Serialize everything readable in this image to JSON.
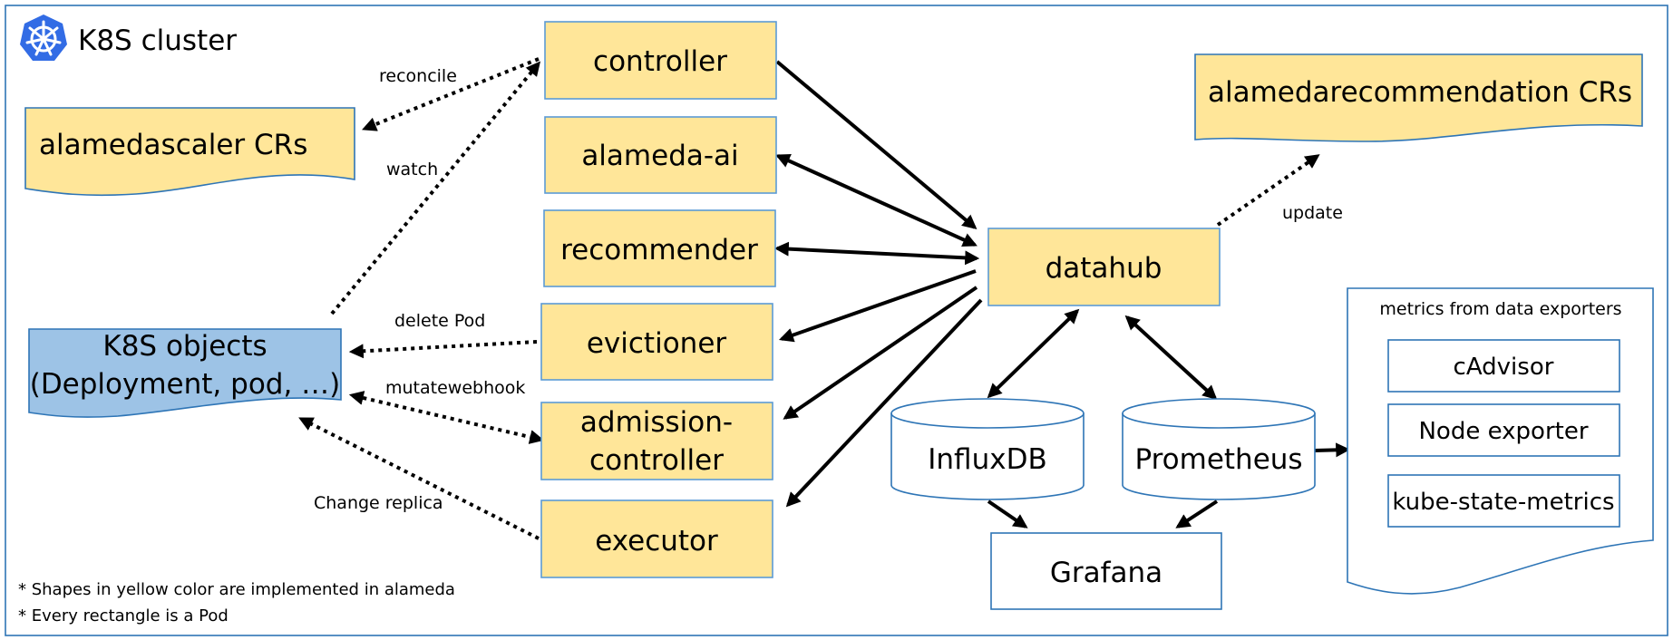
{
  "cluster_title": "K8S cluster",
  "nodes": {
    "controller": "controller",
    "alameda_ai": "alameda-ai",
    "recommender": "recommender",
    "evictioner": "evictioner",
    "admission_controller_line1": "admission-",
    "admission_controller_line2": "controller",
    "executor": "executor",
    "datahub": "datahub",
    "influxdb": "InfluxDB",
    "prometheus": "Prometheus",
    "grafana": "Grafana",
    "k8s_objects_line1": "K8S objects",
    "k8s_objects_line2": "(Deployment, pod, …)",
    "alamedascaler_crs": "alamedascaler CRs",
    "alamedarecommendation_crs": "alamedarecommendation CRs"
  },
  "exporters": {
    "title": "metrics from data exporters",
    "items": [
      "cAdvisor",
      "Node exporter",
      "kube-state-metrics"
    ]
  },
  "edge_labels": {
    "reconcile": "reconcile",
    "watch": "watch",
    "delete_pod": "delete Pod",
    "mutatewebhook": "mutatewebhook",
    "change_replica": "Change replica",
    "update": "update"
  },
  "notes": [
    "* Shapes in yellow color are implemented in alameda",
    "* Every rectangle is a Pod"
  ],
  "colors": {
    "alameda_component": "#ffe699",
    "k8s_objects": "#9dc3e6",
    "border": "#2e75b6",
    "k8s_logo": "#326ce5"
  },
  "icons": {
    "logo": "kubernetes-helm-icon"
  }
}
